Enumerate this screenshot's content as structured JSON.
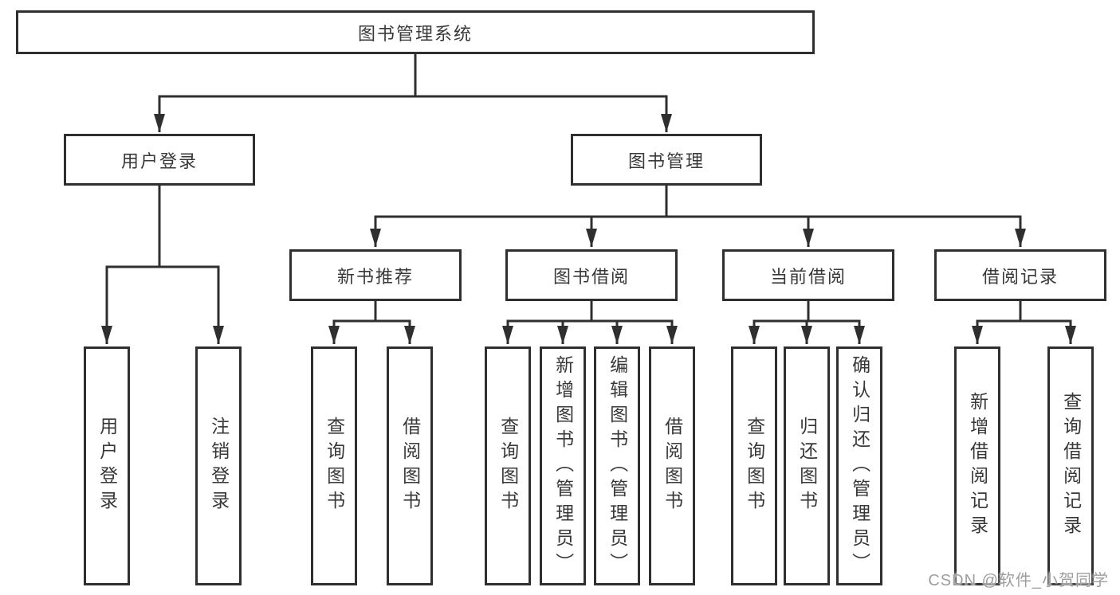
{
  "tree": {
    "root": {
      "label": "图书管理系统"
    },
    "children": [
      {
        "label": "用户登录",
        "leaves": [
          {
            "label": "用户登录"
          },
          {
            "label": "注销登录"
          }
        ]
      },
      {
        "label": "图书管理",
        "children": [
          {
            "label": "新书推荐",
            "leaves": [
              {
                "label": "查询图书"
              },
              {
                "label": "借阅图书"
              }
            ]
          },
          {
            "label": "图书借阅",
            "leaves": [
              {
                "label": "查询图书"
              },
              {
                "label": "新增图书（管理员）"
              },
              {
                "label": "编辑图书（管理员）"
              },
              {
                "label": "借阅图书"
              }
            ]
          },
          {
            "label": "当前借阅",
            "leaves": [
              {
                "label": "查询图书"
              },
              {
                "label": "归还图书"
              },
              {
                "label": "确认归还（管理员）"
              }
            ]
          },
          {
            "label": "借阅记录",
            "leaves": [
              {
                "label": "新增借阅记录"
              },
              {
                "label": "查询借阅记录"
              }
            ]
          }
        ]
      }
    ]
  },
  "watermark": {
    "text": "CSDN @软件_小贺同学"
  },
  "colors": {
    "line": "#2f2f2f",
    "box_border": "#2f2f2f",
    "text": "#383838",
    "watermark": "#9e9e9e",
    "background": "#ffffff"
  }
}
